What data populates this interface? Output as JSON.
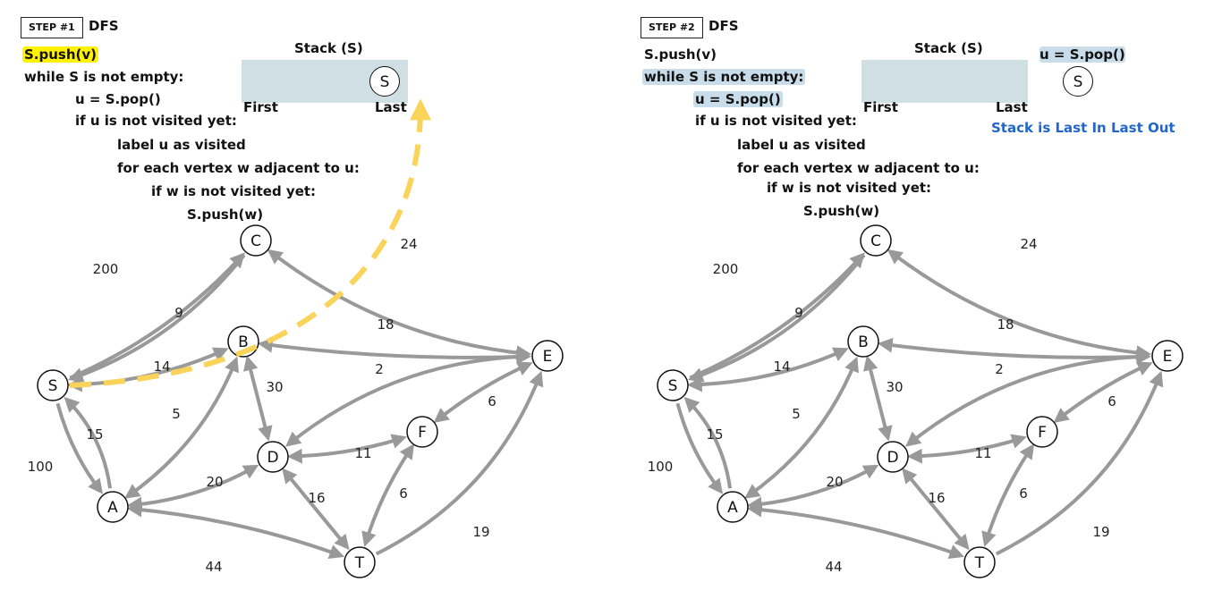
{
  "panels": [
    {
      "step_label": "STEP #1",
      "title": "DFS",
      "code": [
        "S.push(v)",
        "while S is not empty:",
        "u = S.pop()",
        "if u is not visited yet:",
        "label u as visited",
        "for each vertex w adjacent to u:",
        "if w is not visited yet:",
        "S.push(w)"
      ],
      "stack_title": "Stack (S)",
      "stack_first": "First",
      "stack_last": "Last",
      "stack_items": [
        "S"
      ],
      "highlight_color": "#fff200"
    },
    {
      "step_label": "STEP #2",
      "title": "DFS",
      "code": [
        "S.push(v)",
        "while S is not empty:",
        "u = S.pop()",
        "if u is not visited yet:",
        "label u as visited",
        "for each vertex w adjacent to u:",
        "if w is not visited yet:",
        "S.push(w)"
      ],
      "stack_title": "Stack (S)",
      "stack_first": "First",
      "stack_last": "Last",
      "stack_items": [],
      "pop_label": "u = S.pop()",
      "popped_node": "S",
      "note": "Stack is Last In Last Out",
      "highlight_color": "#c9dcea"
    }
  ],
  "graph": {
    "nodes": [
      "C",
      "B",
      "E",
      "S",
      "F",
      "D",
      "A",
      "T"
    ],
    "edges": [
      {
        "from": "S",
        "to": "C",
        "weight": "200"
      },
      {
        "from": "C",
        "to": "S",
        "weight": "9"
      },
      {
        "from": "C",
        "to": "E",
        "weight": "24"
      },
      {
        "from": "S",
        "to": "B",
        "weight": "14"
      },
      {
        "from": "B",
        "to": "E",
        "weight": "18"
      },
      {
        "from": "E",
        "to": "D",
        "weight": "2"
      },
      {
        "from": "B",
        "to": "D",
        "weight": "30"
      },
      {
        "from": "A",
        "to": "B",
        "weight": "5"
      },
      {
        "from": "A",
        "to": "S",
        "weight": "15"
      },
      {
        "from": "S",
        "to": "A",
        "weight": "100"
      },
      {
        "from": "A",
        "to": "D",
        "weight": "20"
      },
      {
        "from": "D",
        "to": "F",
        "weight": "11"
      },
      {
        "from": "F",
        "to": "E",
        "weight": "6"
      },
      {
        "from": "F",
        "to": "T",
        "weight": "6"
      },
      {
        "from": "D",
        "to": "T",
        "weight": "16"
      },
      {
        "from": "T",
        "to": "E",
        "weight": "19"
      },
      {
        "from": "A",
        "to": "T",
        "weight": "44"
      }
    ],
    "edge_color": "#999999",
    "arrow_color": "#fad35a"
  }
}
